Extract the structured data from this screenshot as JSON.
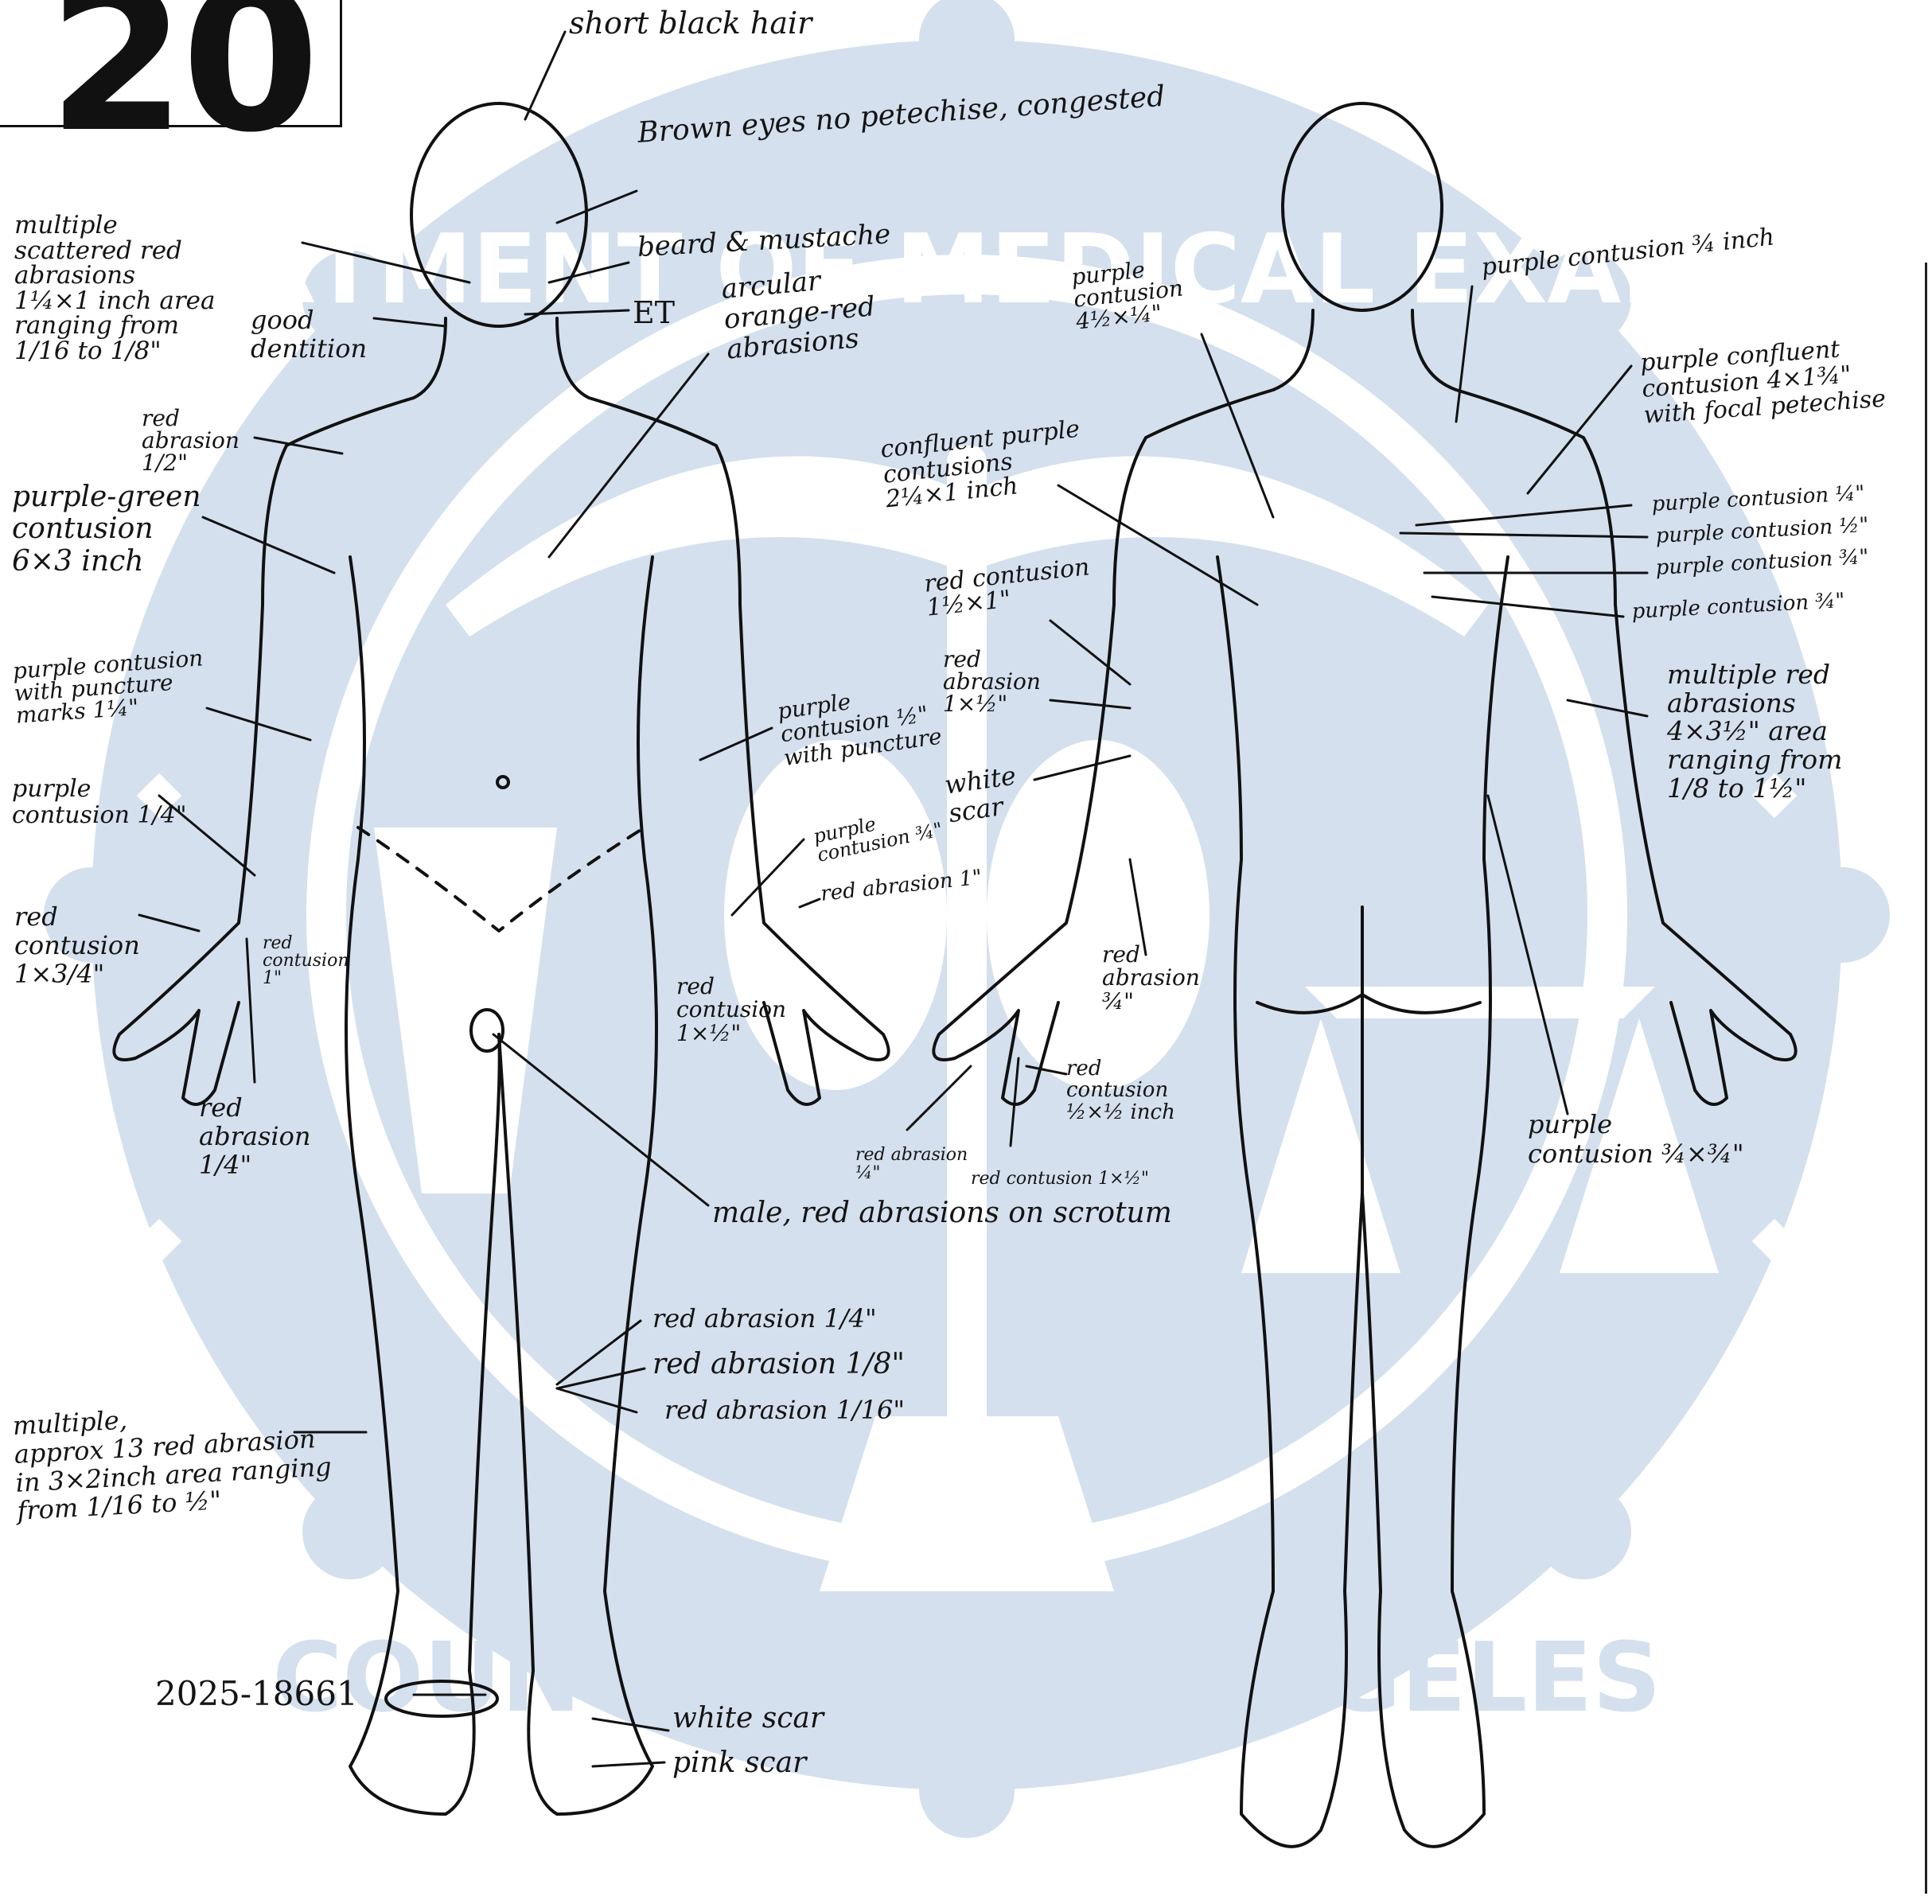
{
  "page_number": "20",
  "colors": {
    "seal": "#d4e0ee",
    "ink": "#141414"
  },
  "seal": {
    "top_text": "DEPARTMENT OF MEDICAL EXAMINER",
    "bottom_text": "COUNTY OF LOS ANGELES"
  },
  "front": {
    "hair": "short black hair",
    "eyes": "Brown eyes no petechise, congested",
    "beard": "beard & mustache",
    "et": "ET",
    "face_abrasions": "multiple\nscattered red\nabrasions\n1¼×1 inch area\nranging from\n1/16 to 1/8\"",
    "dentition": "good\ndentition",
    "chest_abrasions": "arcular\norange-red\nabrasions",
    "shoulder_abrasion": "red\nabrasion\n1/2\"",
    "arm_contusion": "purple-green\ncontusion\n6×3 inch",
    "forearm_puncture": "purple contusion\nwith puncture\nmarks 1¼\"",
    "forearm_contusion": "purple\ncontusion 1/4\"",
    "wrist_contusion": "red\ncontusion\n1×3/4\"",
    "wrist_contusion_2": "red\ncontusion\n1\"",
    "hand_abrasion": "red\nabrasion\n1/4\"",
    "left_forearm_puncture": "purple\ncontusion ½\"\nwith puncture",
    "left_forearm_contusion": "purple\ncontusion ¾\"",
    "left_wrist_abrasion": "red abrasion 1\"",
    "left_wrist_contusion": "red\ncontusion\n1×½\"",
    "scrotum": "male, red abrasions on scrotum",
    "knee_1": "red abrasion 1/4\"",
    "knee_2": "red abrasion 1/8\"",
    "knee_3": "red abrasion 1/16\"",
    "leg_abrasions": "multiple,\napprox 13 red abrasion\nin 3×2inch area ranging\nfrom 1/16 to ½\"",
    "tag": "2025-18661",
    "white_scar": "white scar",
    "pink_scar": "pink scar"
  },
  "back": {
    "neck_contusion": "purple contusion ¾ inch",
    "shoulder_contusion": "purple\ncontusion\n4½×¼\"",
    "confluent_left": "confluent purple\ncontusions\n2¼×1 inch",
    "confluent_right": "purple confluent\ncontusion 4×1¾\"\nwith focal petechise",
    "small_1": "purple contusion ¼\"",
    "small_2": "purple contusion ½\"",
    "small_3": "purple contusion ¾\"",
    "small_4": "purple contusion ¾\"",
    "elbow_contusion": "red contusion\n1½×1\"",
    "elbow_abrasion": "red\nabrasion\n1×½\"",
    "white_scar": "white\nscar",
    "forearm_abrasions": "multiple red\nabrasions\n4×3½\" area\nranging from\n1/8 to 1½\"",
    "wrist_abrasion": "red\nabrasion\n¾\"",
    "hand_contusion": "red\ncontusion\n½×½ inch",
    "finger_abrasion": "red abrasion\n¼\"",
    "finger_contusion": "red contusion 1×½\"",
    "thigh_contusion": "purple\ncontusion ¾×¾\""
  }
}
